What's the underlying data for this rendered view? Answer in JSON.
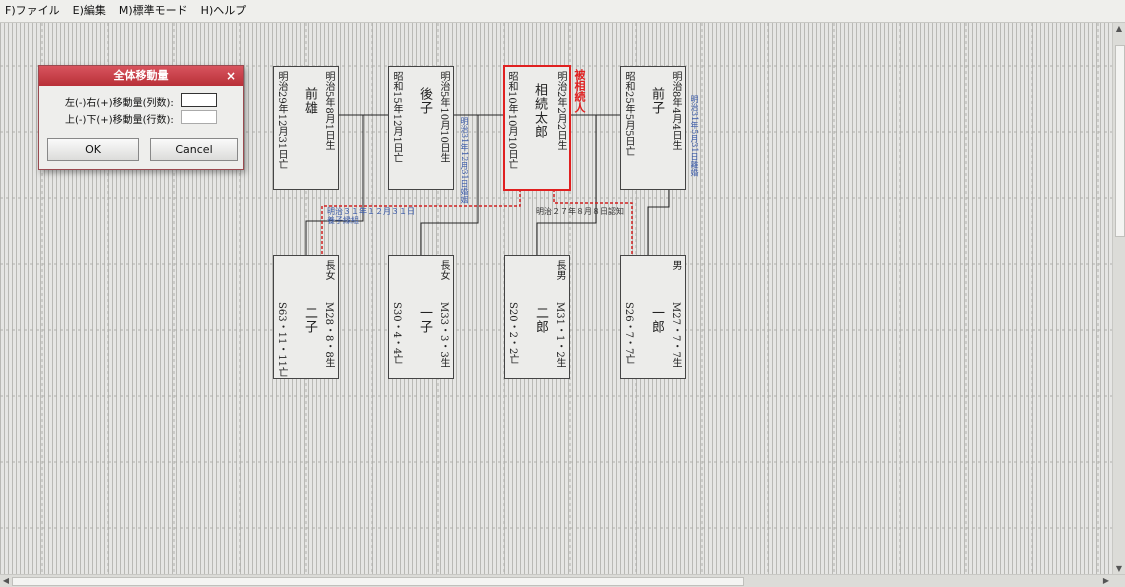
{
  "menu": [
    "F)ファイル",
    "E)編集",
    "M)標準モード",
    "H)ヘルプ"
  ],
  "dialog": {
    "title": "全体移動量",
    "close": "×",
    "row1_label": "左(-)右(+)移動量(列数):",
    "row2_label": "上(-)下(+)移動量(行数):",
    "row1_value": "",
    "row2_value": "",
    "ok": "OK",
    "cancel": "Cancel"
  },
  "persons": [
    {
      "id": "maeo",
      "name": "前雄",
      "born": "明治5年8月1日生",
      "died": "明治29年12月31日亡",
      "relation": ""
    },
    {
      "id": "gozuko",
      "name": "後子",
      "born": "明治5年10月10日生",
      "died": "昭和15年12月1日亡",
      "relation": ""
    },
    {
      "id": "sozoku",
      "name": "相続太郎",
      "born": "明治2年2月2日生",
      "died": "昭和10年10月10日亡",
      "relation": ""
    },
    {
      "id": "maeko",
      "name": "前子",
      "born": "明治8年4月4日生",
      "died": "昭和25年5月5日亡",
      "relation": ""
    },
    {
      "id": "nishiko",
      "name": "二子",
      "born": "M28・8・8生",
      "died": "S63・11・11亡",
      "relation": "長女"
    },
    {
      "id": "ichiko",
      "name": "一子",
      "born": "M33・3・3生",
      "died": "S30・4・4亡",
      "relation": "長女"
    },
    {
      "id": "jiro",
      "name": "二郎",
      "born": "M31・1・2生",
      "died": "S20・2・2亡",
      "relation": "長男"
    },
    {
      "id": "ichiro",
      "name": "一郎",
      "born": "M27・7・7生",
      "died": "S26・7・7亡",
      "relation": "男"
    }
  ],
  "labels": {
    "decedent": "被相続人",
    "marriage_note": "明治31年12月31日婚姻",
    "divorce_note": "明治31年5月31日離婚",
    "adoption_note_1": "明治３１年１２月３１日",
    "adoption_note_2": "養子縁組",
    "recognition_note": "明治２７年８月８日認知"
  },
  "colors": {
    "decedent": "#e02020",
    "note_blue": "#3a5aa8",
    "dialog_title": "#c8404a"
  }
}
